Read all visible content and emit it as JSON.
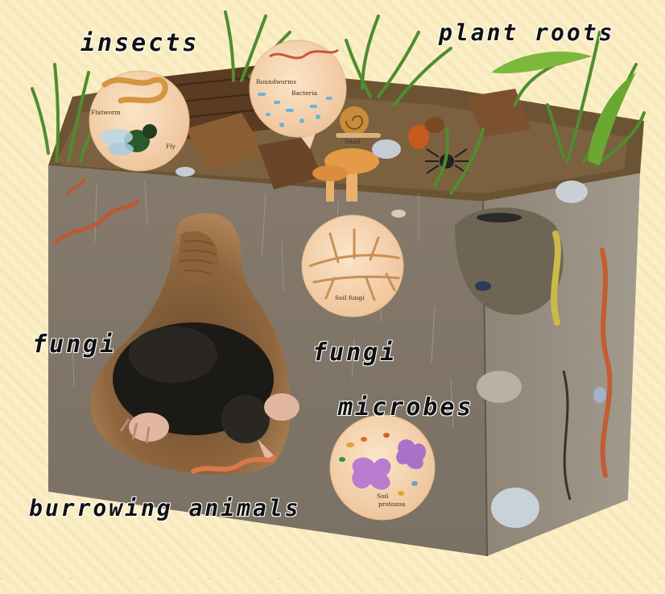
{
  "labels": {
    "insects": "insects",
    "plant_roots": "plant roots",
    "fungi_left": "fungi",
    "fungi_center": "fungi",
    "microbes": "microbes",
    "burrowing_animals": "burrowing animals"
  },
  "inset_labels": {
    "flatworm": "Flatworm",
    "fly": "Fly",
    "roundworms": "Roundworms",
    "bacteria": "Bacteria",
    "snail": "Snail",
    "soil_fungi": "Soil fungi",
    "soil_protozoa_line1": "Soil",
    "soil_protozoa_line2": "protozoa"
  },
  "colors": {
    "background": "#fbefc8",
    "soil_front": "#7f766a",
    "soil_side": "#958c7e",
    "soil_top": "#6b5334",
    "burrow": "#a57b4e",
    "inset_fill": "#f7d7b4",
    "grass": "#4f8d2e",
    "label_text": "#111111"
  }
}
